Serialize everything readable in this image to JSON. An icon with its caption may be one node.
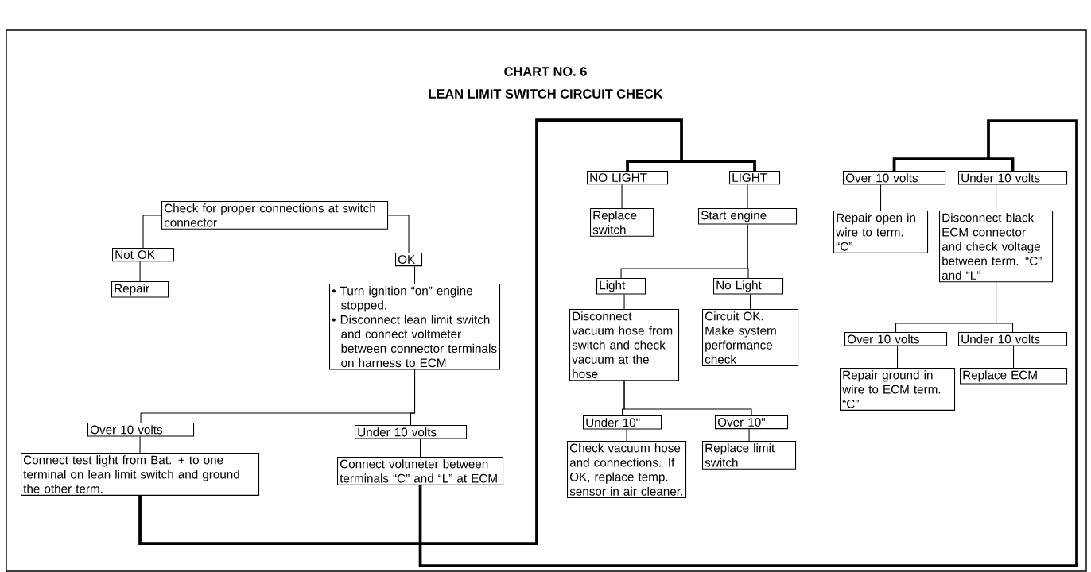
{
  "diagram": {
    "title": "CHART NO. 6",
    "labels": [
      "LEAN LIMIT SWITCH CIRCUIT CHECK"
    ],
    "nodes": [
      {
        "text": [
          "Check for proper connections at switch connector"
        ]
      },
      {
        "text": [
          "Not OK"
        ]
      },
      {
        "text": [
          "Repair"
        ]
      },
      {
        "text": [
          "OK"
        ]
      },
      {
        "text": [
          "• Turn ignition “on” engine stopped.",
          "• Disconnect lean limit switch and connect voltmeter between connector terminals on harness to ECM"
        ]
      },
      {
        "text": [
          "Over 10 volts"
        ]
      },
      {
        "text": [
          "Connect test light from Bat. + to one terminal on lean limit switch and ground the other term."
        ]
      },
      {
        "text": [
          "Under 10 volts"
        ]
      },
      {
        "text": [
          "Connect voltmeter between terminals “C” and “L” at ECM"
        ]
      },
      {
        "text": [
          "NO LIGHT"
        ]
      },
      {
        "text": [
          "LIGHT"
        ]
      },
      {
        "text": [
          "Replace switch"
        ]
      },
      {
        "text": [
          "Start engine"
        ]
      },
      {
        "text": [
          "Light"
        ]
      },
      {
        "text": [
          "No Light"
        ]
      },
      {
        "text": [
          "Disconnect vacuum hose from switch and check vacuum at the hose"
        ]
      },
      {
        "text": [
          "Circuit OK. Make system performance check"
        ]
      },
      {
        "text": [
          "Under 10\""
        ]
      },
      {
        "text": [
          "Over 10\""
        ]
      },
      {
        "text": [
          "Check vacuum hose and connections. If OK, replace temp. sensor in air cleaner."
        ]
      },
      {
        "text": [
          "Replace limit switch"
        ]
      },
      {
        "text": [
          "Over 10 volts"
        ]
      },
      {
        "text": [
          "Under 10 volts"
        ]
      },
      {
        "text": [
          "Repair open in wire to term. “C”"
        ]
      },
      {
        "text": [
          "Disconnect black ECM connector and check voltage between term. “C” and “L”"
        ]
      },
      {
        "text": [
          "Over 10 volts"
        ]
      },
      {
        "text": [
          "Under 10 volts"
        ]
      },
      {
        "text": [
          "Repair ground in wire to ECM term. “C”"
        ]
      },
      {
        "text": [
          "Replace ECM"
        ]
      }
    ],
    "edges": [
      {
        "from": 0,
        "to": 1,
        "arrow": "none"
      },
      {
        "from": 1,
        "to": 2,
        "arrow": "none"
      },
      {
        "from": 0,
        "to": 3,
        "arrow": "none"
      },
      {
        "from": 3,
        "to": 4,
        "arrow": "none"
      },
      {
        "from": 4,
        "to": 5,
        "arrow": "none"
      },
      {
        "from": 4,
        "to": 7,
        "arrow": "none"
      },
      {
        "from": 5,
        "to": 6,
        "arrow": "none"
      },
      {
        "from": 7,
        "to": 8,
        "arrow": "none"
      },
      {
        "from": 6,
        "to": 9,
        "arrow": "none",
        "style": "thick"
      },
      {
        "from": 6,
        "to": 10,
        "arrow": "none",
        "style": "thick"
      },
      {
        "from": 8,
        "to": 21,
        "arrow": "none",
        "style": "thick"
      },
      {
        "from": 8,
        "to": 22,
        "arrow": "none",
        "style": "thick"
      },
      {
        "from": 9,
        "to": 11,
        "arrow": "none"
      },
      {
        "from": 10,
        "to": 12,
        "arrow": "none"
      },
      {
        "from": 12,
        "to": 13,
        "arrow": "none"
      },
      {
        "from": 12,
        "to": 14,
        "arrow": "none"
      },
      {
        "from": 13,
        "to": 15,
        "arrow": "none"
      },
      {
        "from": 14,
        "to": 16,
        "arrow": "none"
      },
      {
        "from": 15,
        "to": 17,
        "arrow": "none"
      },
      {
        "from": 15,
        "to": 18,
        "arrow": "none"
      },
      {
        "from": 17,
        "to": 19,
        "arrow": "none"
      },
      {
        "from": 18,
        "to": 20,
        "arrow": "none"
      },
      {
        "from": 21,
        "to": 23,
        "arrow": "none"
      },
      {
        "from": 22,
        "to": 24,
        "arrow": "none"
      },
      {
        "from": 24,
        "to": 25,
        "arrow": "none"
      },
      {
        "from": 24,
        "to": 26,
        "arrow": "none"
      },
      {
        "from": 25,
        "to": 27,
        "arrow": "none"
      },
      {
        "from": 26,
        "to": 28,
        "arrow": "none"
      }
    ]
  }
}
